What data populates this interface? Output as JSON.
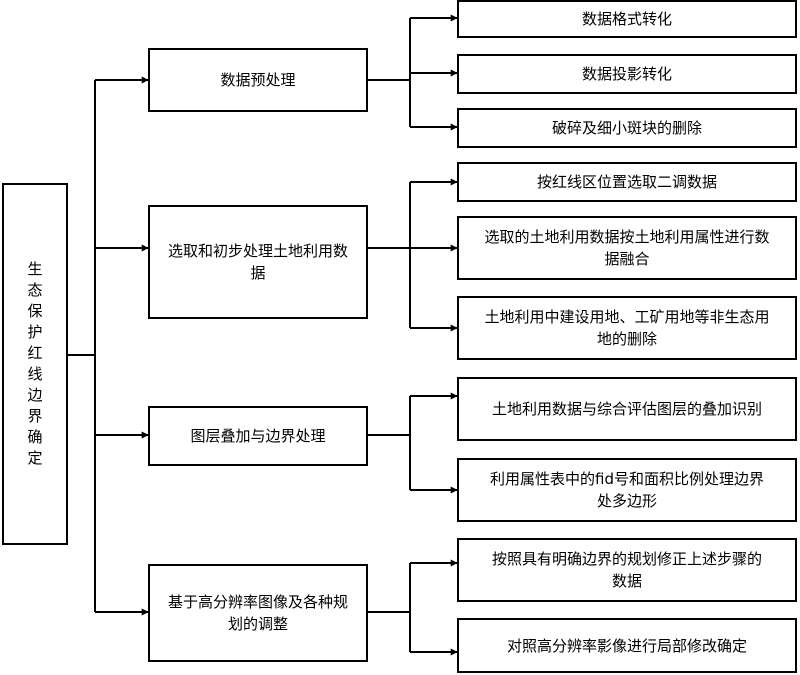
{
  "diagram": {
    "root": {
      "label": "生态保护红线边界确定"
    },
    "groups": [
      {
        "label": "数据预处理",
        "children": [
          "数据格式转化",
          "数据投影转化",
          "破碎及细小斑块的删除"
        ]
      },
      {
        "label": "选取和初步处理土地利用数据",
        "children": [
          "按红线区位置选取二调数据",
          "选取的土地利用数据按土地利用属性进行数据融合",
          "土地利用中建设用地、工矿用地等非生态用地的删除"
        ]
      },
      {
        "label": "图层叠加与边界处理",
        "children": [
          "土地利用数据与综合评估图层的叠加识别",
          "利用属性表中的fid号和面积比例处理边界处多边形"
        ]
      },
      {
        "label": "基于高分辨率图像及各种规划的调整",
        "children": [
          "按照具有明确边界的规划修正上述步骤的数据",
          "对照高分辨率影像进行局部修改确定"
        ]
      }
    ]
  }
}
